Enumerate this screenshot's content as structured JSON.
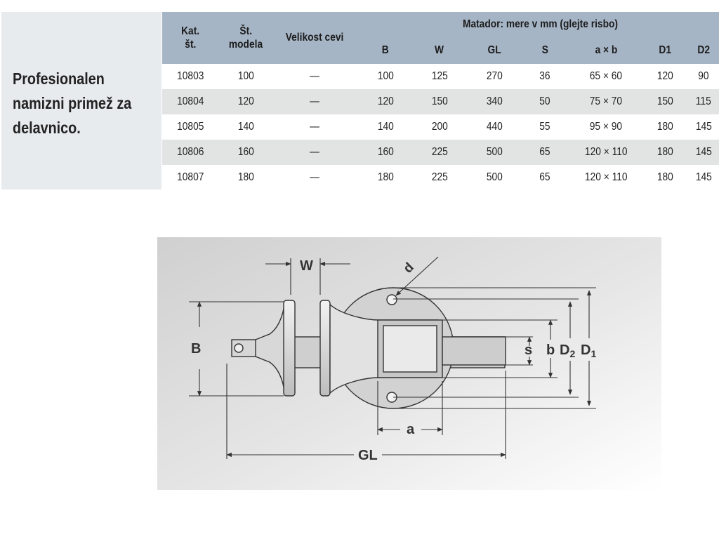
{
  "side": {
    "title_lines": [
      "Profesionalen",
      "namizni primež za",
      "delavnico."
    ]
  },
  "table": {
    "headers": {
      "kat_line1": "Kat.",
      "kat_line2": "št.",
      "model_line1": "Št.",
      "model_line2": "modela",
      "velikost": "Velikost cevi",
      "matador": "Matador: mere v mm (glejte risbo)",
      "b": "B",
      "w": "W",
      "gl": "GL",
      "s": "S",
      "axb": "a × b",
      "d1": "D1",
      "d2": "D2"
    },
    "rows": [
      {
        "kat": "10803",
        "model": "100",
        "velikost": "—",
        "b": "100",
        "w": "125",
        "gl": "270",
        "s": "36",
        "axb": "65 × 60",
        "d1": "120",
        "d2": "90"
      },
      {
        "kat": "10804",
        "model": "120",
        "velikost": "—",
        "b": "120",
        "w": "150",
        "gl": "340",
        "s": "50",
        "axb": "75 × 70",
        "d1": "150",
        "d2": "115"
      },
      {
        "kat": "10805",
        "model": "140",
        "velikost": "—",
        "b": "140",
        "w": "200",
        "gl": "440",
        "s": "55",
        "axb": "95 × 90",
        "d1": "180",
        "d2": "145"
      },
      {
        "kat": "10806",
        "model": "160",
        "velikost": "—",
        "b": "160",
        "w": "225",
        "gl": "500",
        "s": "65",
        "axb": "120 × 110",
        "d1": "180",
        "d2": "145"
      },
      {
        "kat": "10807",
        "model": "180",
        "velikost": "—",
        "b": "180",
        "w": "225",
        "gl": "500",
        "s": "65",
        "axb": "120 × 110",
        "d1": "180",
        "d2": "145"
      }
    ]
  },
  "drawing": {
    "labels": {
      "w": "W",
      "d_small": "d",
      "b": "B",
      "s": "s",
      "b_small": "b",
      "d2_letter": "D",
      "d2_sub": "2",
      "d1_letter": "D",
      "d1_sub": "1",
      "a": "a",
      "gl": "GL"
    }
  }
}
